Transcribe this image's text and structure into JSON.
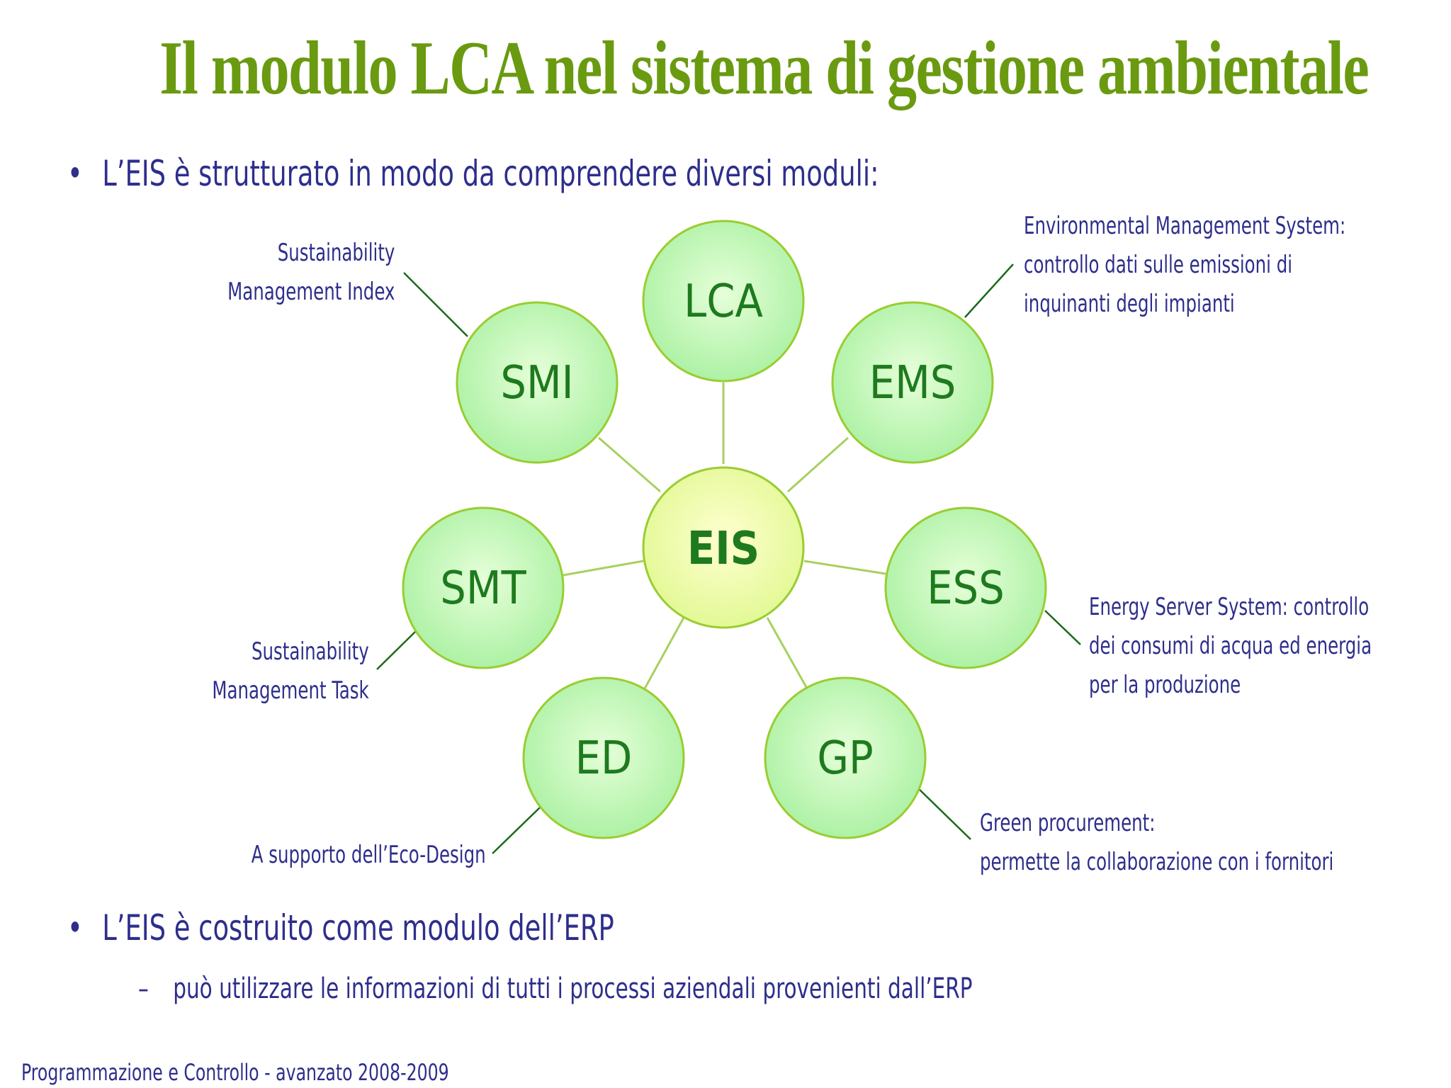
{
  "slide": {
    "title": "Il modulo LCA nel sistema di gestione ambientale",
    "bullet1": "L’EIS è strutturato in modo da comprendere diversi moduli:",
    "bullet2": "L’EIS è costruito come modulo dell’ERP",
    "sub_bullet": "può utilizzare le informazioni di tutti i processi aziendali provenienti dall’ERP",
    "bullet_symbol": "•",
    "dash_symbol": "–",
    "footer": "Programmazione e Controllo - avanzato 2008-2009"
  },
  "colors": {
    "title": "#6a9a10",
    "text": "#2e2e8c",
    "node_text": "#1e7a1e",
    "node_border": "#9acd32",
    "node_fill_center": "#e6ffd9",
    "node_fill_edge": "#a8f0a0",
    "hub_fill_center": "#ffffd0",
    "hub_fill_edge": "#e0f890",
    "connector": "#a8d060",
    "leader": "#1a6a1a"
  },
  "diagram": {
    "hub": {
      "label": "EIS"
    },
    "modules": [
      {
        "id": "lca",
        "label": "LCA"
      },
      {
        "id": "ems",
        "label": "EMS"
      },
      {
        "id": "ess",
        "label": "ESS"
      },
      {
        "id": "gp",
        "label": "GP"
      },
      {
        "id": "ed",
        "label": "ED"
      },
      {
        "id": "smt",
        "label": "SMT"
      },
      {
        "id": "smi",
        "label": "SMI"
      }
    ],
    "descriptions": {
      "smi": [
        "Sustainability",
        "Management Index"
      ],
      "ems": [
        "Environmental Management System:",
        "controllo dati sulle emissioni di",
        "inquinanti degli impianti"
      ],
      "ess": [
        "Energy Server System: controllo",
        "dei consumi di acqua ed energia",
        "per la produzione"
      ],
      "gp": [
        "Green procurement:",
        "permette la collaborazione con i fornitori"
      ],
      "ed": [
        "A supporto dell’Eco-Design"
      ],
      "smt": [
        "Sustainability",
        "Management Task"
      ]
    }
  }
}
